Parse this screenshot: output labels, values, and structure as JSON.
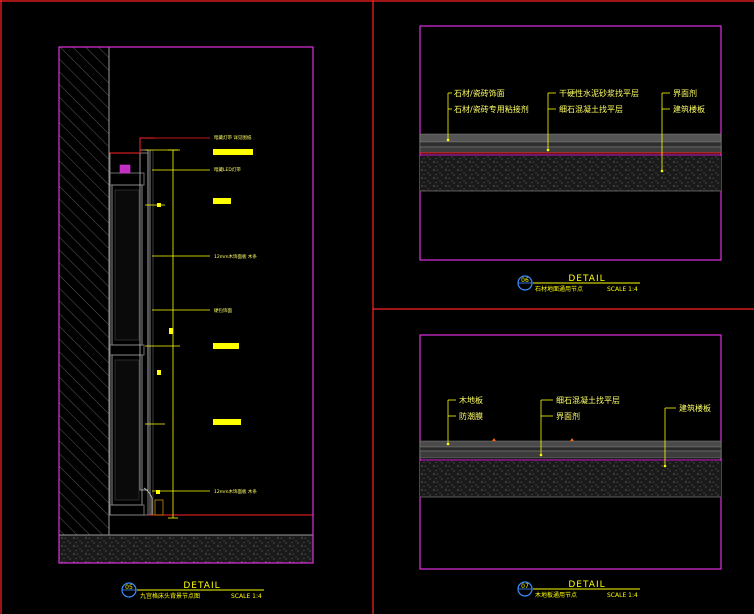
{
  "colors": {
    "frame": "#ff2222",
    "viewport": "#e030e0",
    "annotation": "#ffff00",
    "leader": "#ffff00",
    "stone": "#777777"
  },
  "left_panel": {
    "callouts": [
      "暗藏灯带 详见图纸",
      "暗藏LED灯带",
      "12mm木饰面板 木条",
      "硬包饰面",
      "12mm木饰面板 木条"
    ],
    "title": {
      "number": "05",
      "detail": "DETAIL",
      "name": "九宫格床头背景节点图",
      "scale": "SCALE 1:4"
    }
  },
  "top_right_panel": {
    "callouts_left": [
      "石材/瓷砖饰面",
      "石材/瓷砖专用粘接剂"
    ],
    "callouts_mid": [
      "干硬性水泥砂浆找平层",
      "细石混凝土找平层"
    ],
    "callouts_right": [
      "界面剂",
      "建筑楼板"
    ],
    "title": {
      "number": "06",
      "detail": "DETAIL",
      "name": "石材地面通用节点",
      "scale": "SCALE 1:4"
    }
  },
  "bottom_right_panel": {
    "callouts_left": [
      "木地板",
      "防潮膜"
    ],
    "callouts_mid": [
      "细石混凝土找平层",
      "界面剂"
    ],
    "callouts_right": [
      "建筑楼板"
    ],
    "title": {
      "number": "07",
      "detail": "DETAIL",
      "name": "木地板通用节点",
      "scale": "SCALE 1:4"
    }
  }
}
